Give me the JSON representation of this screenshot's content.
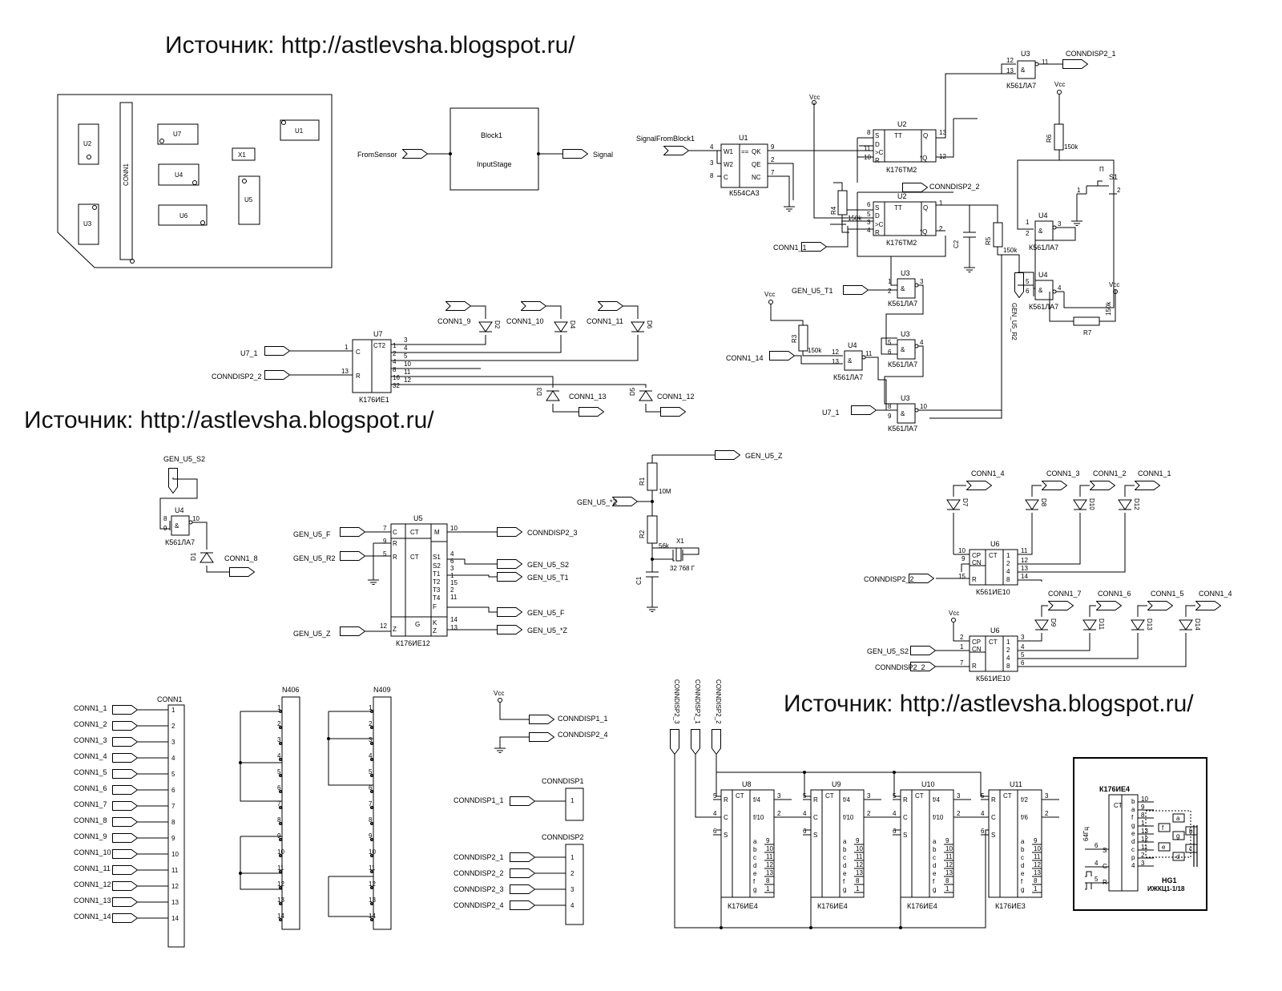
{
  "watermarks": [
    "Источник: http://astlevsha.blogspot.ru/",
    "Источник: http://astlevsha.blogspot.ru/",
    "Источник: http://astlevsha.blogspot.ru/"
  ],
  "pcb": {
    "connector": "CONN1",
    "parts": [
      "U2",
      "U7",
      "X1",
      "U1",
      "U4",
      "U5",
      "U3",
      "U6"
    ]
  },
  "block": {
    "name": "Block1",
    "sub": "InputStage",
    "in_port": "FromSensor",
    "out_port": "Signal"
  },
  "u1": {
    "ref": "U1",
    "part": "К554СА3",
    "input": "SignalFromBlock1",
    "pins": [
      "4",
      "3",
      "8",
      "9",
      "2",
      "7"
    ],
    "labels": [
      "W1",
      "W2",
      "C",
      "QK",
      "QE",
      "NC"
    ],
    "vcc": "Vcc"
  },
  "u2a": {
    "ref": "U2",
    "part": "К176ТМ2",
    "pins": [
      "8",
      "11",
      "10",
      "13",
      "12"
    ],
    "labels": [
      "S",
      "D",
      ">C",
      "R",
      "Q",
      "*Q",
      "TT"
    ]
  },
  "u2b": {
    "ref": "U2",
    "part": "К176ТМ2",
    "pins": [
      "6",
      "5",
      "3",
      "4",
      "1",
      "2"
    ],
    "labels": [
      "S",
      "D",
      ">C",
      "R",
      "Q",
      "*Q",
      "TT"
    ]
  },
  "u3top": {
    "ref": "U3",
    "part": "К561ЛА7",
    "pins": [
      "12",
      "13",
      "11"
    ],
    "out": "CONNDISP2_1"
  },
  "conndisp2_2_label": "CONNDISP2_2",
  "r4": {
    "ref": "R4",
    "val": "150k"
  },
  "c2": {
    "ref": "C2"
  },
  "r5": {
    "ref": "R5",
    "val": "150k"
  },
  "conn1_1": "CONN1_1",
  "r6": {
    "ref": "R6",
    "val": "150k",
    "vcc": "Vcc"
  },
  "s1": {
    "ref": "S1",
    "sym": "П",
    "pins": [
      "1",
      "2"
    ]
  },
  "u4a": {
    "ref": "U4",
    "part": "К561ЛА7",
    "pins": [
      "1",
      "2",
      "3"
    ]
  },
  "u4b": {
    "ref": "U4",
    "part": "К561ЛА7",
    "pins": [
      "5",
      "6",
      "4"
    ]
  },
  "r7": {
    "ref": "R7",
    "val": "150k",
    "vcc": "Vcc"
  },
  "gen_u5_r2": "GEN_U5_R2",
  "u3b": {
    "ref": "U3",
    "part": "К561ЛА7",
    "input": "GEN_U5_T1",
    "pins": [
      "2",
      "1",
      "3"
    ]
  },
  "r3": {
    "ref": "R3",
    "val": "150k",
    "vcc": "Vcc"
  },
  "u4c": {
    "ref": "U4",
    "part": "К561ЛА7",
    "input": "CONN1_14",
    "pins": [
      "12",
      "13",
      "11"
    ]
  },
  "u3c": {
    "ref": "U3",
    "part": "К561ЛА7",
    "pins": [
      "5",
      "6",
      "4"
    ]
  },
  "u3d": {
    "ref": "U3",
    "part": "К561ЛА7",
    "input": "U7_1",
    "pins": [
      "8",
      "9",
      "10"
    ]
  },
  "u7": {
    "ref": "U7",
    "part": "К176ИЕ1",
    "labels": [
      "C",
      "R",
      "CT2"
    ],
    "in_c": "U7_1",
    "in_r": "CONNDISP2_2",
    "in_pins": [
      "1",
      "13"
    ],
    "out_pins": [
      "1",
      "2",
      "4",
      "8",
      "16",
      "32"
    ],
    "out_nums": [
      "3",
      "4",
      "5",
      "10",
      "11",
      "12"
    ]
  },
  "diodes_u7": [
    {
      "ref": "D2",
      "net": "CONN1_9"
    },
    {
      "ref": "D4",
      "net": "CONN1_10"
    },
    {
      "ref": "D6",
      "net": "CONN1_11"
    },
    {
      "ref": "D3",
      "net": "CONN1_13"
    },
    {
      "ref": "D5",
      "net": "CONN1_12"
    }
  ],
  "u4d": {
    "ref": "U4",
    "part": "К561ЛА7",
    "input": "GEN_U5_S2",
    "pins": [
      "8",
      "9",
      "10"
    ],
    "diode": "D1",
    "out": "CONN1_8"
  },
  "u5": {
    "ref": "U5",
    "part": "К176ИЕ12",
    "in_f": "GEN_U5_F",
    "in_r2": "GEN_U5_R2",
    "in_z": "GEN_U5_Z",
    "left_pins": [
      "7",
      "9",
      "5",
      "12"
    ],
    "left_labels": [
      "C",
      "R",
      "R",
      "Z"
    ],
    "ct": "CT",
    "m": "M",
    "g": "G",
    "right_labels": [
      "S1",
      "S2",
      "T1",
      "T2",
      "T3",
      "T4",
      "F",
      "K",
      "Z"
    ],
    "right_pins": [
      "10",
      "4",
      "6",
      "3",
      "1",
      "15",
      "2",
      "11",
      "14",
      "13"
    ],
    "outs": [
      "CONNDISP2_3",
      "GEN_U5_S2",
      "GEN_U5_T1",
      "GEN_U5_F",
      "GEN_U5_*Z"
    ]
  },
  "osc": {
    "r1": "R1",
    "r1v": "10M",
    "r2": "R2",
    "r2v": "56k",
    "c1": "C1",
    "x1": "X1",
    "x1v": "32 768 Г",
    "out": "GEN_U5_Z",
    "in": "GEN_U5_*Z"
  },
  "u6a": {
    "ref": "U6",
    "part": "К561ИЕ10",
    "left_pins": [
      "10",
      "9",
      "15"
    ],
    "left_labels": [
      "CP",
      "CN",
      "R"
    ],
    "right_nums": [
      "11",
      "12",
      "13",
      "14"
    ],
    "right_labels": [
      "1",
      "2",
      "4",
      "8"
    ],
    "in_r": "CONNDISP2_2",
    "diodes": [
      {
        "ref": "D7",
        "net": "CONN1_4"
      },
      {
        "ref": "D8",
        "net": "CONN1_3"
      },
      {
        "ref": "D10",
        "net": "CONN1_2"
      },
      {
        "ref": "D12",
        "net": "CONN1_1"
      }
    ]
  },
  "u6b": {
    "ref": "U6",
    "part": "К561ИЕ10",
    "vcc": "Vcc",
    "left_pins": [
      "2",
      "1",
      "7"
    ],
    "left_labels": [
      "CP",
      "CN",
      "R"
    ],
    "right_nums": [
      "3",
      "4",
      "5",
      "6"
    ],
    "right_labels": [
      "1",
      "2",
      "4",
      "8"
    ],
    "in_cn": "GEN_U5_S2",
    "in_r": "CONNDISP2_2",
    "diodes": [
      {
        "ref": "D9",
        "net": "CONN1_7"
      },
      {
        "ref": "D11",
        "net": "CONN1_6"
      },
      {
        "ref": "D13",
        "net": "CONN1_5"
      },
      {
        "ref": "D14",
        "net": "CONN1_4"
      }
    ]
  },
  "conn1": {
    "ref": "CONN1",
    "nets": [
      "CONN1_1",
      "CONN1_2",
      "CONN1_3",
      "CONN1_4",
      "CONN1_5",
      "CONN1_6",
      "CONN1_7",
      "CONN1_8",
      "CONN1_9",
      "CONN1_10",
      "CONN1_11",
      "CONN1_12",
      "CONN1_13",
      "CONN1_14"
    ],
    "pins": [
      "1",
      "2",
      "3",
      "4",
      "5",
      "6",
      "7",
      "8",
      "9",
      "10",
      "11",
      "12",
      "13",
      "14"
    ]
  },
  "n406": {
    "ref": "N406",
    "pins": [
      "1",
      "2",
      "3",
      "4",
      "5",
      "6",
      "7",
      "8",
      "9",
      "10",
      "11",
      "12",
      "13",
      "14"
    ]
  },
  "n409": {
    "ref": "N409",
    "pins": [
      "1",
      "2",
      "3",
      "4",
      "5",
      "6",
      "7",
      "8",
      "9",
      "10",
      "11",
      "12",
      "13",
      "14"
    ]
  },
  "vcc_disp": {
    "vcc": "Vcc",
    "a": "CONNDISP1_1",
    "b": "CONNDISP2_4"
  },
  "conndisp1": {
    "ref": "CONNDISP1",
    "net": "CONNDISP1_1",
    "pin": "1"
  },
  "conndisp2": {
    "ref": "CONNDISP2",
    "nets": [
      "CONNDISP2_1",
      "CONNDISP2_2",
      "CONNDISP2_3",
      "CONNDISP2_4"
    ],
    "pins": [
      "1",
      "2",
      "3",
      "4"
    ]
  },
  "vert_nets": [
    "CONNDISP2_3",
    "CONNDISP2_1",
    "CONNDISP2_2"
  ],
  "counters": [
    {
      "ref": "U8",
      "part": "К176ИЕ4",
      "outs": [
        "f/4",
        "f/10"
      ],
      "out_pins": [
        "3",
        "2"
      ]
    },
    {
      "ref": "U9",
      "part": "К176ИЕ4",
      "outs": [
        "f/4",
        "f/10"
      ],
      "out_pins": [
        "3",
        "2"
      ]
    },
    {
      "ref": "U10",
      "part": "К176ИЕ4",
      "outs": [
        "f/4",
        "f/10"
      ],
      "out_pins": [
        "3",
        "2"
      ]
    },
    {
      "ref": "U11",
      "part": "К176ИЕ3",
      "outs": [
        "f/2",
        "f/6"
      ],
      "out_pins": [
        "3",
        "2"
      ]
    }
  ],
  "counter_common": {
    "left_labels": [
      "R",
      "C",
      "S"
    ],
    "left_pins": [
      "5",
      "4",
      "6"
    ],
    "ct": "CT",
    "seg_labels": [
      "a",
      "b",
      "c",
      "d",
      "e",
      "f",
      "g"
    ],
    "seg_pins": [
      "9",
      "10",
      "11",
      "12",
      "13",
      "8",
      "1"
    ]
  },
  "inset": {
    "title": "К176ИЕ4",
    "ct": "CT",
    "freq": "64Гц",
    "left": [
      {
        "l": "S",
        "p": "6"
      },
      {
        "l": "C",
        "p": "4"
      },
      {
        "l": "R",
        "p": "5"
      }
    ],
    "right": [
      {
        "l": "b",
        "p": "10"
      },
      {
        "l": "a",
        "p": "9"
      },
      {
        "l": "f",
        "p": "8"
      },
      {
        "l": "g",
        "p": "1"
      },
      {
        "l": "e",
        "p": "13"
      },
      {
        "l": "d",
        "p": "12"
      },
      {
        "l": "c",
        "p": "11"
      },
      {
        "l": "p",
        "p": "2"
      },
      {
        "l": "4",
        "p": "3"
      }
    ],
    "disp_segs": [
      "a",
      "f",
      "g",
      "b",
      "e",
      "c",
      "d"
    ],
    "hg": "HG1",
    "hg_part": "ИЖКЦ1-1/18"
  }
}
